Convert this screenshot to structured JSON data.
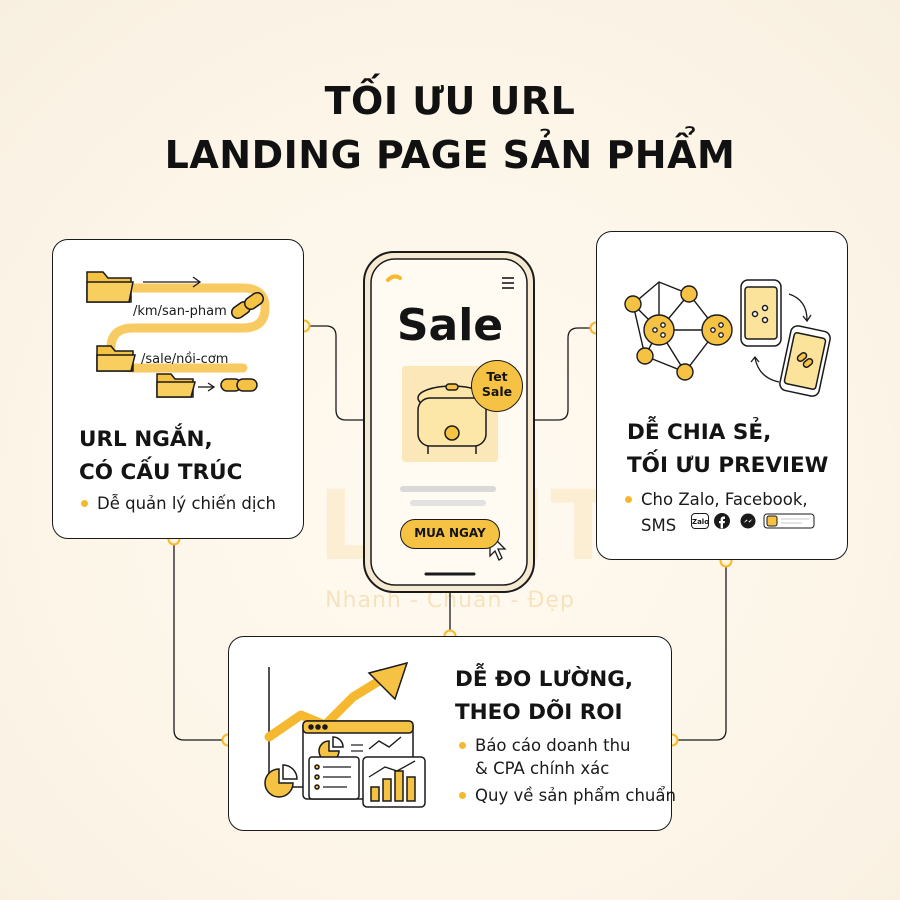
{
  "header": {
    "title_line1": "TỐI ƯU URL",
    "title_line2": "LANDING PAGE SẢN PHẨM"
  },
  "url_card": {
    "path1": "/km/san-pham",
    "path2": "/sale/nồi-cơm",
    "heading_line1": "URL NGẮN,",
    "heading_line2": "CÓ CẤU TRÚC",
    "bullet": "Dễ quản lý chiến dịch"
  },
  "phone": {
    "sale_text": "Sale",
    "badge_line1": "Tet",
    "badge_line2": "Sale",
    "buy_button": "MUA NGAY"
  },
  "share_card": {
    "heading_line1": "DỄ CHIA SẺ,",
    "heading_line2": "TỐI ƯU PREVIEW",
    "bullet_line1": "Cho Zalo, Facebook,",
    "bullet_line2": "SMS",
    "zalo_label": "Zalo"
  },
  "measure_card": {
    "heading_line1": "DỄ ĐO LƯỜNG,",
    "heading_line2": "THEO DÕI ROI",
    "bullet1_line1": "Báo cáo doanh thu",
    "bullet1_line2": "& CPA chính xác",
    "bullet2": "Quy về sản phẩm chuẩn"
  },
  "watermark": {
    "logo": "LGHT",
    "tagline": "Nhanh - Chuẩn - Đẹp"
  },
  "colors": {
    "accent": "#f6c243",
    "accent_dot": "#f5b82e",
    "outline": "#1a1a1a",
    "background": "#fcf5e8"
  },
  "icons": [
    "folder-icon",
    "chain-link-icon",
    "network-share-icon",
    "phone-share-icon",
    "chart-icon",
    "facebook-icon",
    "messenger-icon",
    "cursor-icon",
    "rice-cooker-icon"
  ]
}
